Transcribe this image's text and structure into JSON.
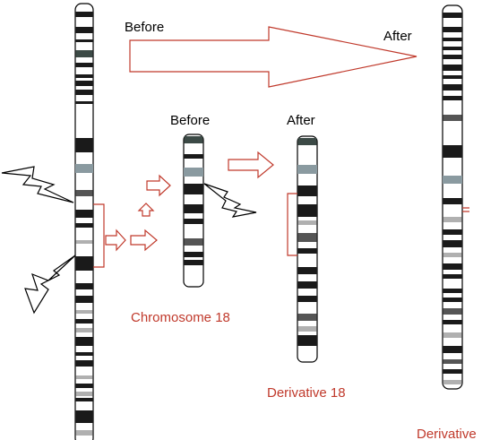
{
  "labels": {
    "top_before": "Before",
    "top_after": "After",
    "mid_before": "Before",
    "mid_after": "After",
    "chromosome_18": "Chromosome 18",
    "derivative_18": "Derivative 18",
    "derivative_cut": "Derivative"
  },
  "colors": {
    "arrow": "#c0392b",
    "label_red": "#c0392b",
    "band_dark": "#1a1a1a",
    "band_mid": "#555555",
    "band_light": "#b0b0b0",
    "band_teal": "#3c4a46",
    "centromere": "#8a9aa0"
  },
  "icons": [
    "lightning-bolt-icon"
  ]
}
